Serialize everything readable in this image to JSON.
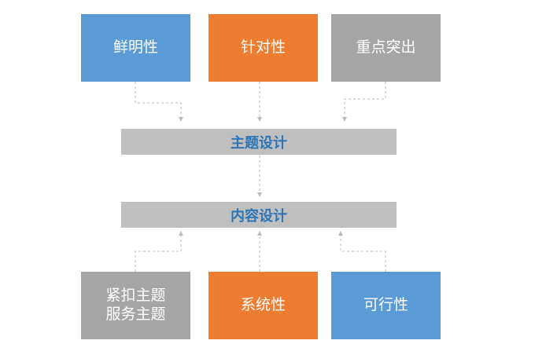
{
  "colors": {
    "blue": "#5b9bd5",
    "orange": "#ed7d31",
    "gray": "#a5a5a5",
    "bar": "#bfbfbf",
    "bar_text": "#2e75b6",
    "connector": "#bcbcbc"
  },
  "top_boxes": [
    {
      "label": "鲜明性"
    },
    {
      "label": "针对性"
    },
    {
      "label": "重点突出"
    }
  ],
  "bars": {
    "theme_design": "主题设计",
    "content_design": "内容设计"
  },
  "bottom_boxes": [
    {
      "label_line1": "紧扣主题",
      "label_line2": "服务主题"
    },
    {
      "label": "系统性"
    },
    {
      "label": "可行性"
    }
  ]
}
